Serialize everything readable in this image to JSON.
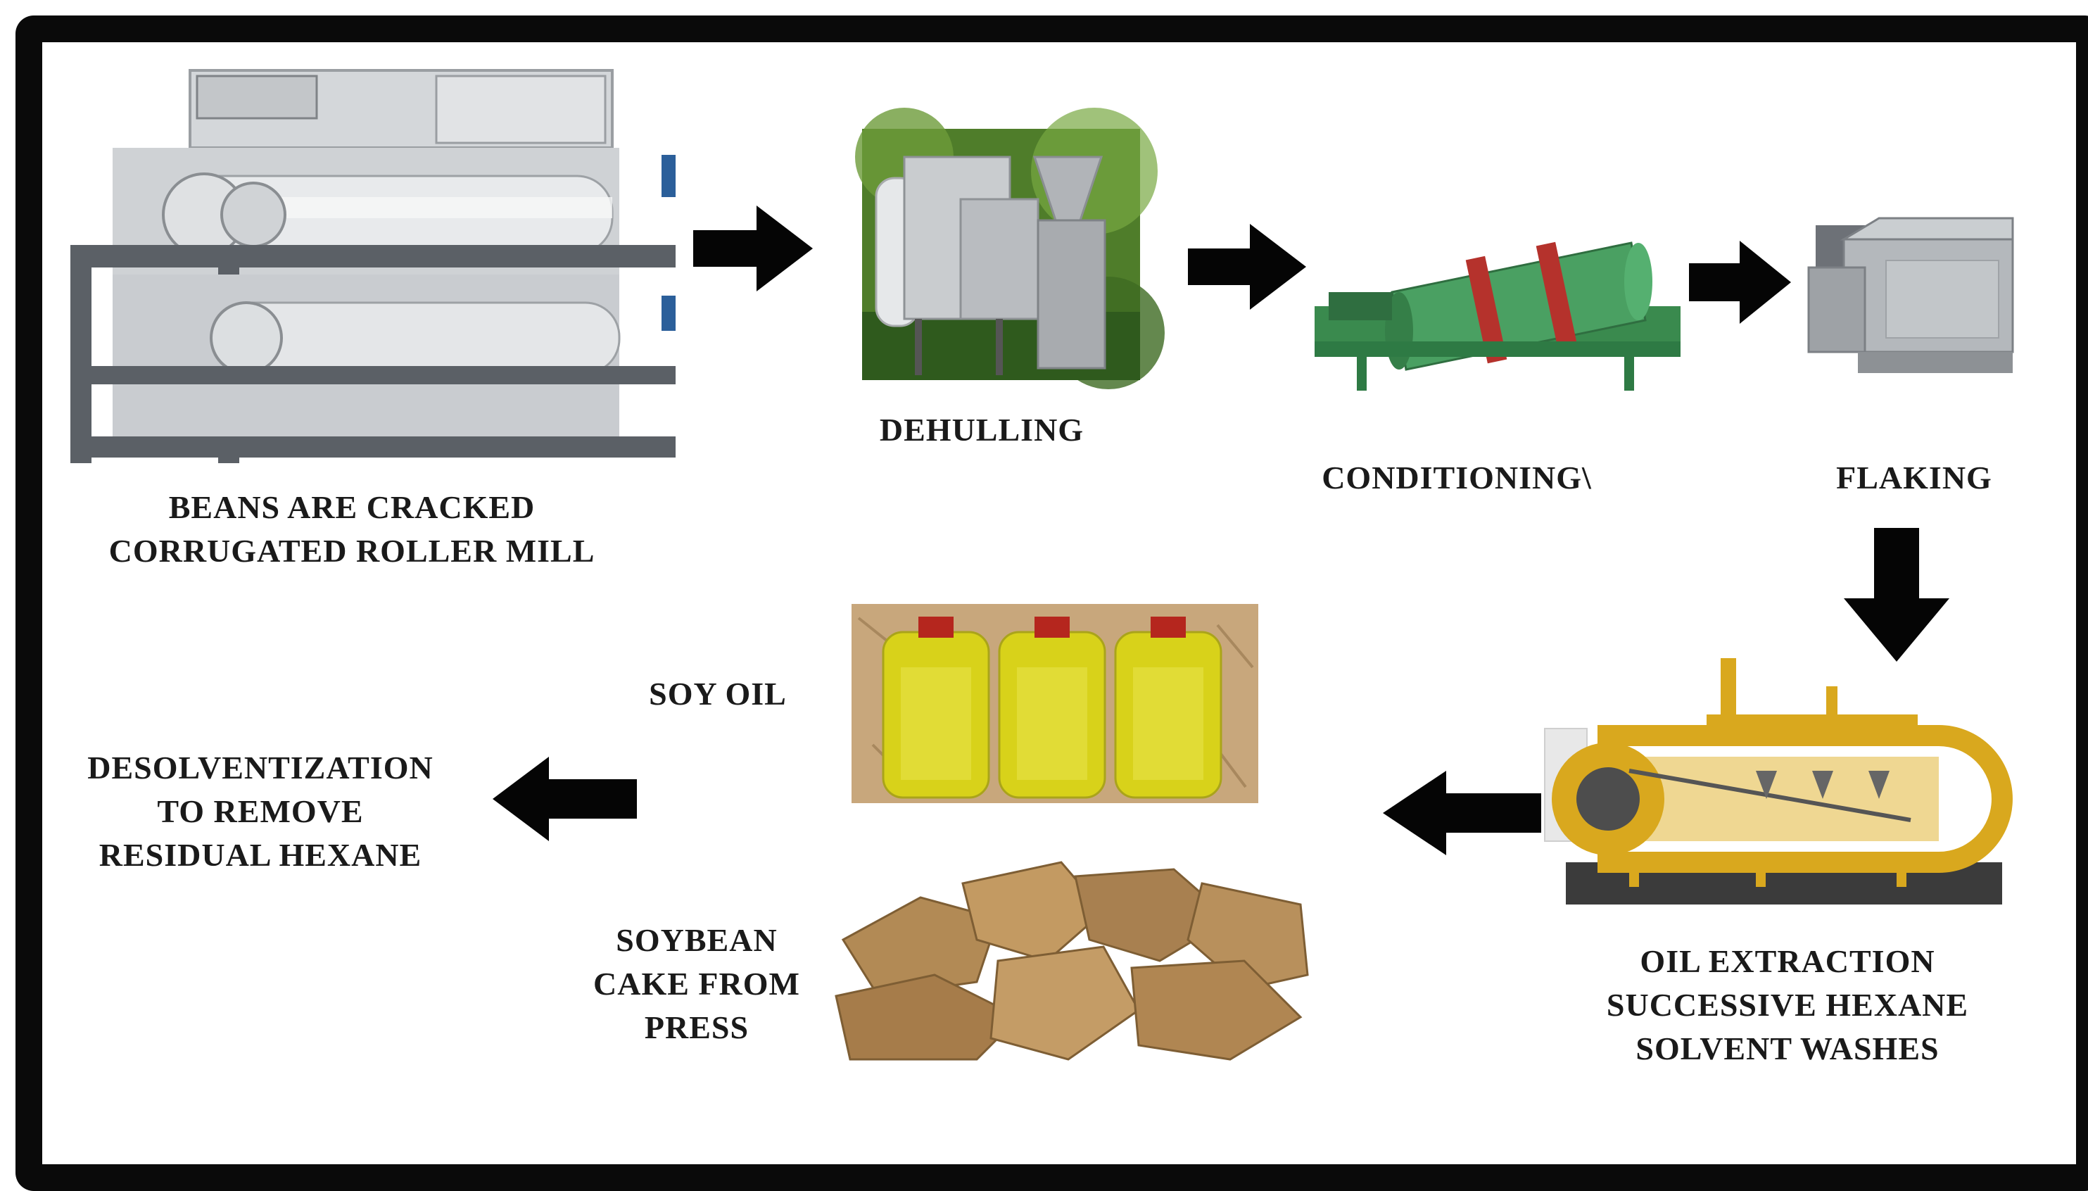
{
  "steps": {
    "cracking": {
      "line1": "BEANS ARE CRACKED",
      "line2": "CORRUGATED  ROLLER MILL"
    },
    "dehulling": {
      "label": "DEHULLING"
    },
    "conditioning": {
      "label": "CONDITIONING\\"
    },
    "flaking": {
      "label": "FLAKING"
    },
    "extraction": {
      "line1": "OIL EXTRACTION",
      "line2": "SUCCESSIVE  HEXANE",
      "line3": "SOLVENT  WASHES"
    },
    "soy_oil": {
      "label": "SOY OIL"
    },
    "soybean_cake": {
      "line1": "SOYBEAN",
      "line2": "CAKE FROM",
      "line3": "PRESS"
    },
    "desolventization": {
      "line1": "DESOLVENTIZATION",
      "line2": "TO REMOVE",
      "line3": "RESIDUAL HEXANE"
    }
  },
  "colors": {
    "frame": "#0a0a0a",
    "arrow": "#050505",
    "text": "#1a1a1a",
    "machine_steel": "#b8bcc0",
    "conditioner_green": "#3f9a5a",
    "extractor_yellow": "#d9a81e",
    "oil_yellow": "#d8d21a",
    "cake_brown": "#b28a55"
  },
  "icons": [
    "roller-mill-image",
    "dehuller-image",
    "conditioner-image",
    "flaker-image",
    "extractor-image",
    "soy-oil-bottles-image",
    "soybean-cake-image",
    "arrow-right-icon",
    "arrow-down-icon",
    "arrow-left-icon"
  ]
}
